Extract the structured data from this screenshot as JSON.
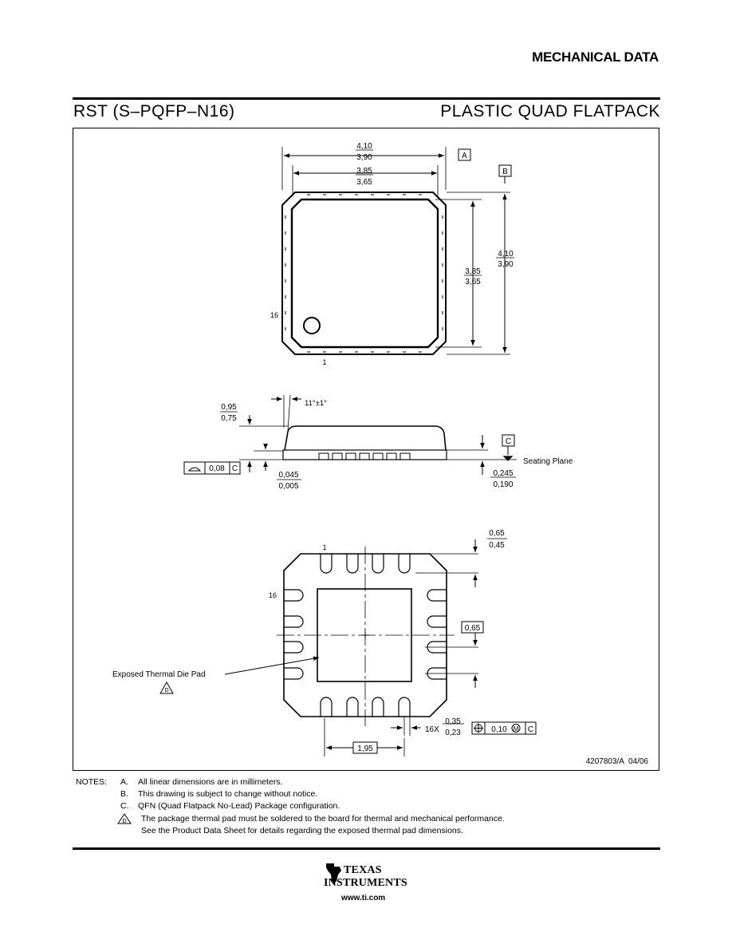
{
  "header": {
    "title": "MECHANICAL DATA"
  },
  "package": {
    "name": "RST (S–PQFP–N16)",
    "type": "PLASTIC QUAD FLATPACK"
  },
  "top_view": {
    "width_outer": [
      "4,10",
      "3,90"
    ],
    "width_inner": [
      "3,85",
      "3,65"
    ],
    "height_outer": [
      "4,10",
      "3,90"
    ],
    "height_inner": [
      "3,85",
      "3,65"
    ],
    "datum_a": "A",
    "datum_b": "B",
    "pin16": "16",
    "pin1": "1"
  },
  "side_view": {
    "height": [
      "0,95",
      "0,75"
    ],
    "angle": "11°±1°",
    "flatness_tol": "0,08",
    "flatness_datum": "C",
    "standoff": [
      "0,045",
      "0,005"
    ],
    "lead_thk": [
      "0,245",
      "0,190"
    ],
    "datum_c": "C",
    "seating_plane": "Seating Plane"
  },
  "bottom_view": {
    "pin1": "1",
    "pin16": "16",
    "pad_len": [
      "0,65",
      "0,45"
    ],
    "pitch": "0,65",
    "lead_width_prefix": "16X",
    "lead_width": [
      "0,35",
      "0,23"
    ],
    "pos_tol": "0,10",
    "pos_mod": "M",
    "pos_datum": "C",
    "pad_size": "1,95",
    "thermal_label": "Exposed Thermal Die Pad",
    "note_ref": "D"
  },
  "drawing_id": "4207803/A  04/06",
  "notes": {
    "label": "NOTES:",
    "items": [
      {
        "letter": "A.",
        "text": "All linear dimensions are in millimeters."
      },
      {
        "letter": "B.",
        "text": "This drawing is subject to change without notice."
      },
      {
        "letter": "C.",
        "text": "QFN (Quad Flatpack No-Lead) Package configuration."
      },
      {
        "letter": "D",
        "text": "The package thermal pad must be soldered to the board for thermal and mechanical performance."
      },
      {
        "letter": "",
        "text": "See the Product Data Sheet for details regarding the exposed thermal pad dimensions."
      }
    ]
  },
  "footer": {
    "brand_line1": "TEXAS",
    "brand_line2": "INSTRUMENTS",
    "url": "www.ti.com"
  }
}
